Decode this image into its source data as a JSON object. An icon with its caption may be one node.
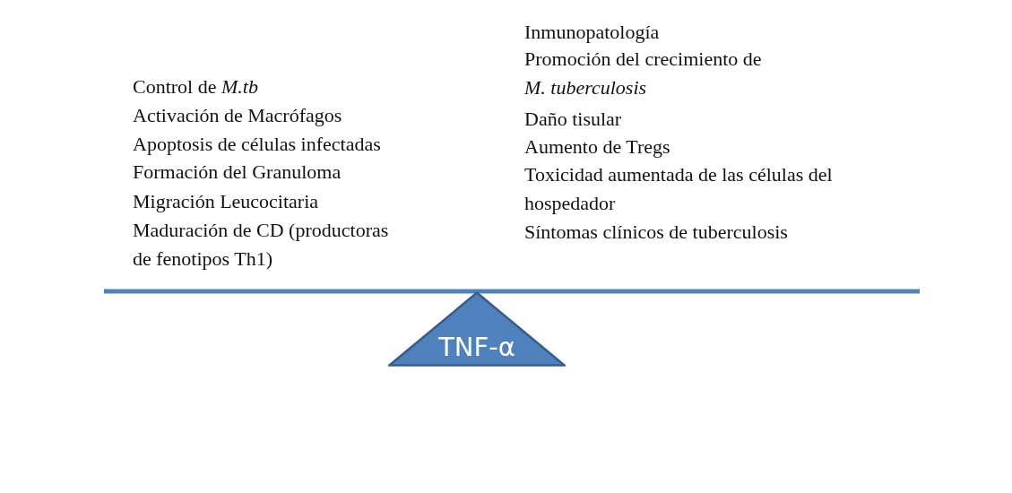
{
  "diagram": {
    "nodes": [
      {
        "text": [
          "TNF-α"
        ]
      }
    ],
    "labels": [
      "Inmunopatología",
      "Control de *M.tb*",
      "Promoción del crecimiento de *M. tuberculosis*",
      "Activación de Macrófagos",
      "Apoptosis de células infectadas",
      "Daño tisular",
      "Formación del Granuloma",
      "Aumento de Tregs",
      "Migración Leucocitaria",
      "Toxicidad aumentada de las células del hospedador",
      "Maduración de CD (productoras de fenotipos Th1)",
      "Síntomas clínicos de tuberculosis"
    ]
  }
}
